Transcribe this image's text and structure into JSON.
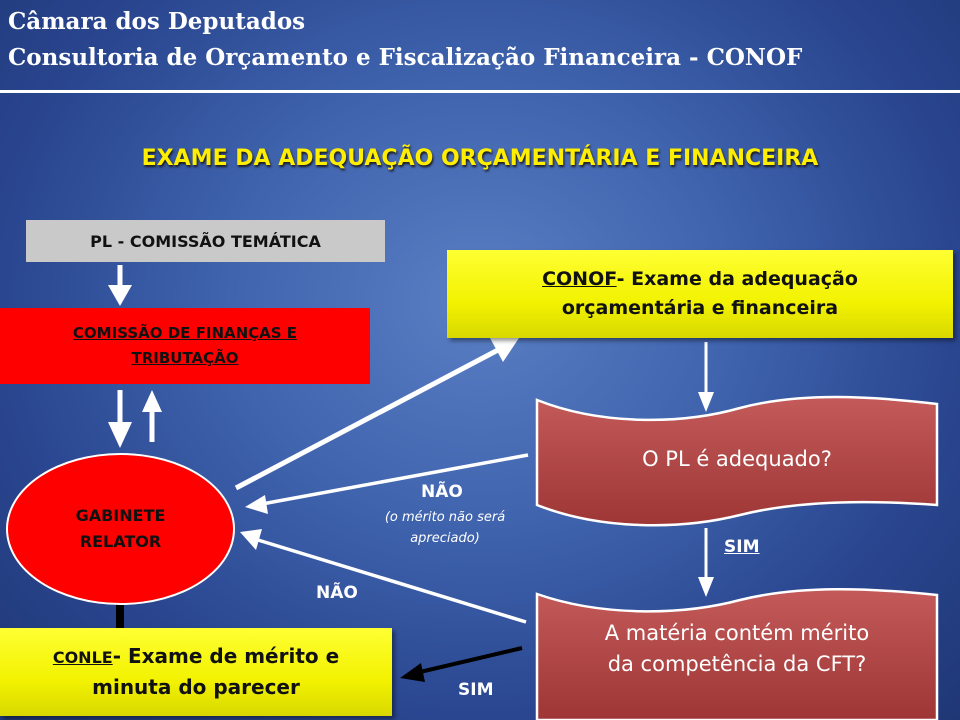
{
  "header": {
    "line1": "Câmara dos Deputados",
    "line2": "Consultoria de Orçamento e Fiscalização Financeira - CONOF"
  },
  "title": "EXAME DA ADEQUAÇÃO ORÇAMENTÁRIA E FINANCEIRA",
  "nodes": {
    "pl": "PL - COMISSÃO TEMÁTICA",
    "cft_line1": "COMISSÃO DE FINANÇAS E",
    "cft_line2": "TRIBUTAÇÃO",
    "gabinete_line1": "GABINETE",
    "gabinete_line2": "RELATOR",
    "conof_prefix": "CONOF",
    "conof_line1_rest": "- Exame da adequação",
    "conof_line2": "orçamentária e financeira",
    "adequado": "O PL é adequado?",
    "merito_line1": "A matéria contém mérito",
    "merito_line2": "da competência da CFT?",
    "conle_prefix": "CONLE",
    "conle_line1_rest": "- Exame de mérito e",
    "conle_line2": "minuta do parecer"
  },
  "labels": {
    "nao_1": "NÃO",
    "nao_1_note_line1": "(o mérito não será",
    "nao_1_note_line2": "apreciado)",
    "sim_1": "SIM",
    "nao_2": "NÃO",
    "sim_2": "SIM"
  },
  "colors": {
    "background": "#3f63ad",
    "title": "#ffee00",
    "red_box": "#ff0000",
    "yellow_box": "#f2f200",
    "flag_fill": "#b44848",
    "gray_box": "#c9c9c9"
  }
}
